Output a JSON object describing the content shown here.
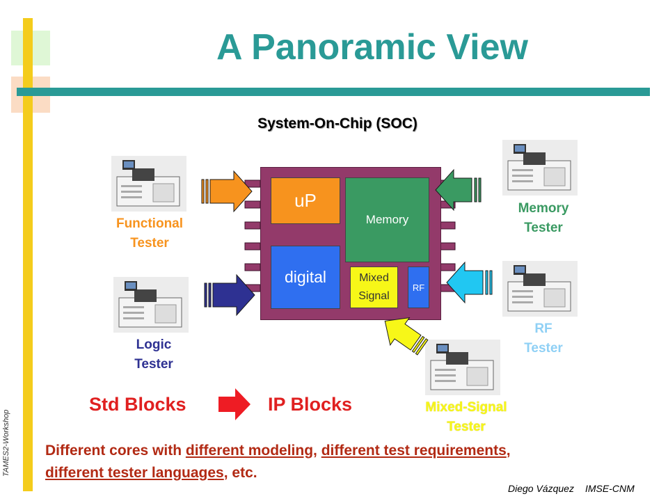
{
  "title": "A Panoramic View",
  "subtitle": "System-On-Chip (SOC)",
  "chip": {
    "up": "uP",
    "memory": "Memory",
    "digital": "digital",
    "mixed_line1": "Mixed",
    "mixed_line2": "Signal",
    "rf": "RF"
  },
  "testers": {
    "functional": {
      "line1": "Functional",
      "line2": "Tester",
      "color": "#f7931e"
    },
    "logic": {
      "line1": "Logic",
      "line2": "Tester",
      "color": "#2e3192"
    },
    "memory": {
      "line1": "Memory",
      "line2": "Tester",
      "color": "#3a9a62"
    },
    "rf": {
      "line1": "RF",
      "line2": "Tester",
      "color": "#8fd0f5"
    },
    "mixed": {
      "line1": "Mixed-Signal",
      "line2": "Tester",
      "color": "#f7f718"
    }
  },
  "blocks": {
    "std": "Std Blocks",
    "ip": "IP Blocks"
  },
  "description": {
    "part1": "Different cores with ",
    "link1": "different modeling",
    "part2": ", ",
    "link2": "different test requirements",
    "part3": ",",
    "link3": "different tester languages",
    "part4": ", etc."
  },
  "side_text": "TAMES2-Workshop",
  "footer": {
    "author": "Diego Vázquez",
    "org": "IMSE-CNM"
  }
}
